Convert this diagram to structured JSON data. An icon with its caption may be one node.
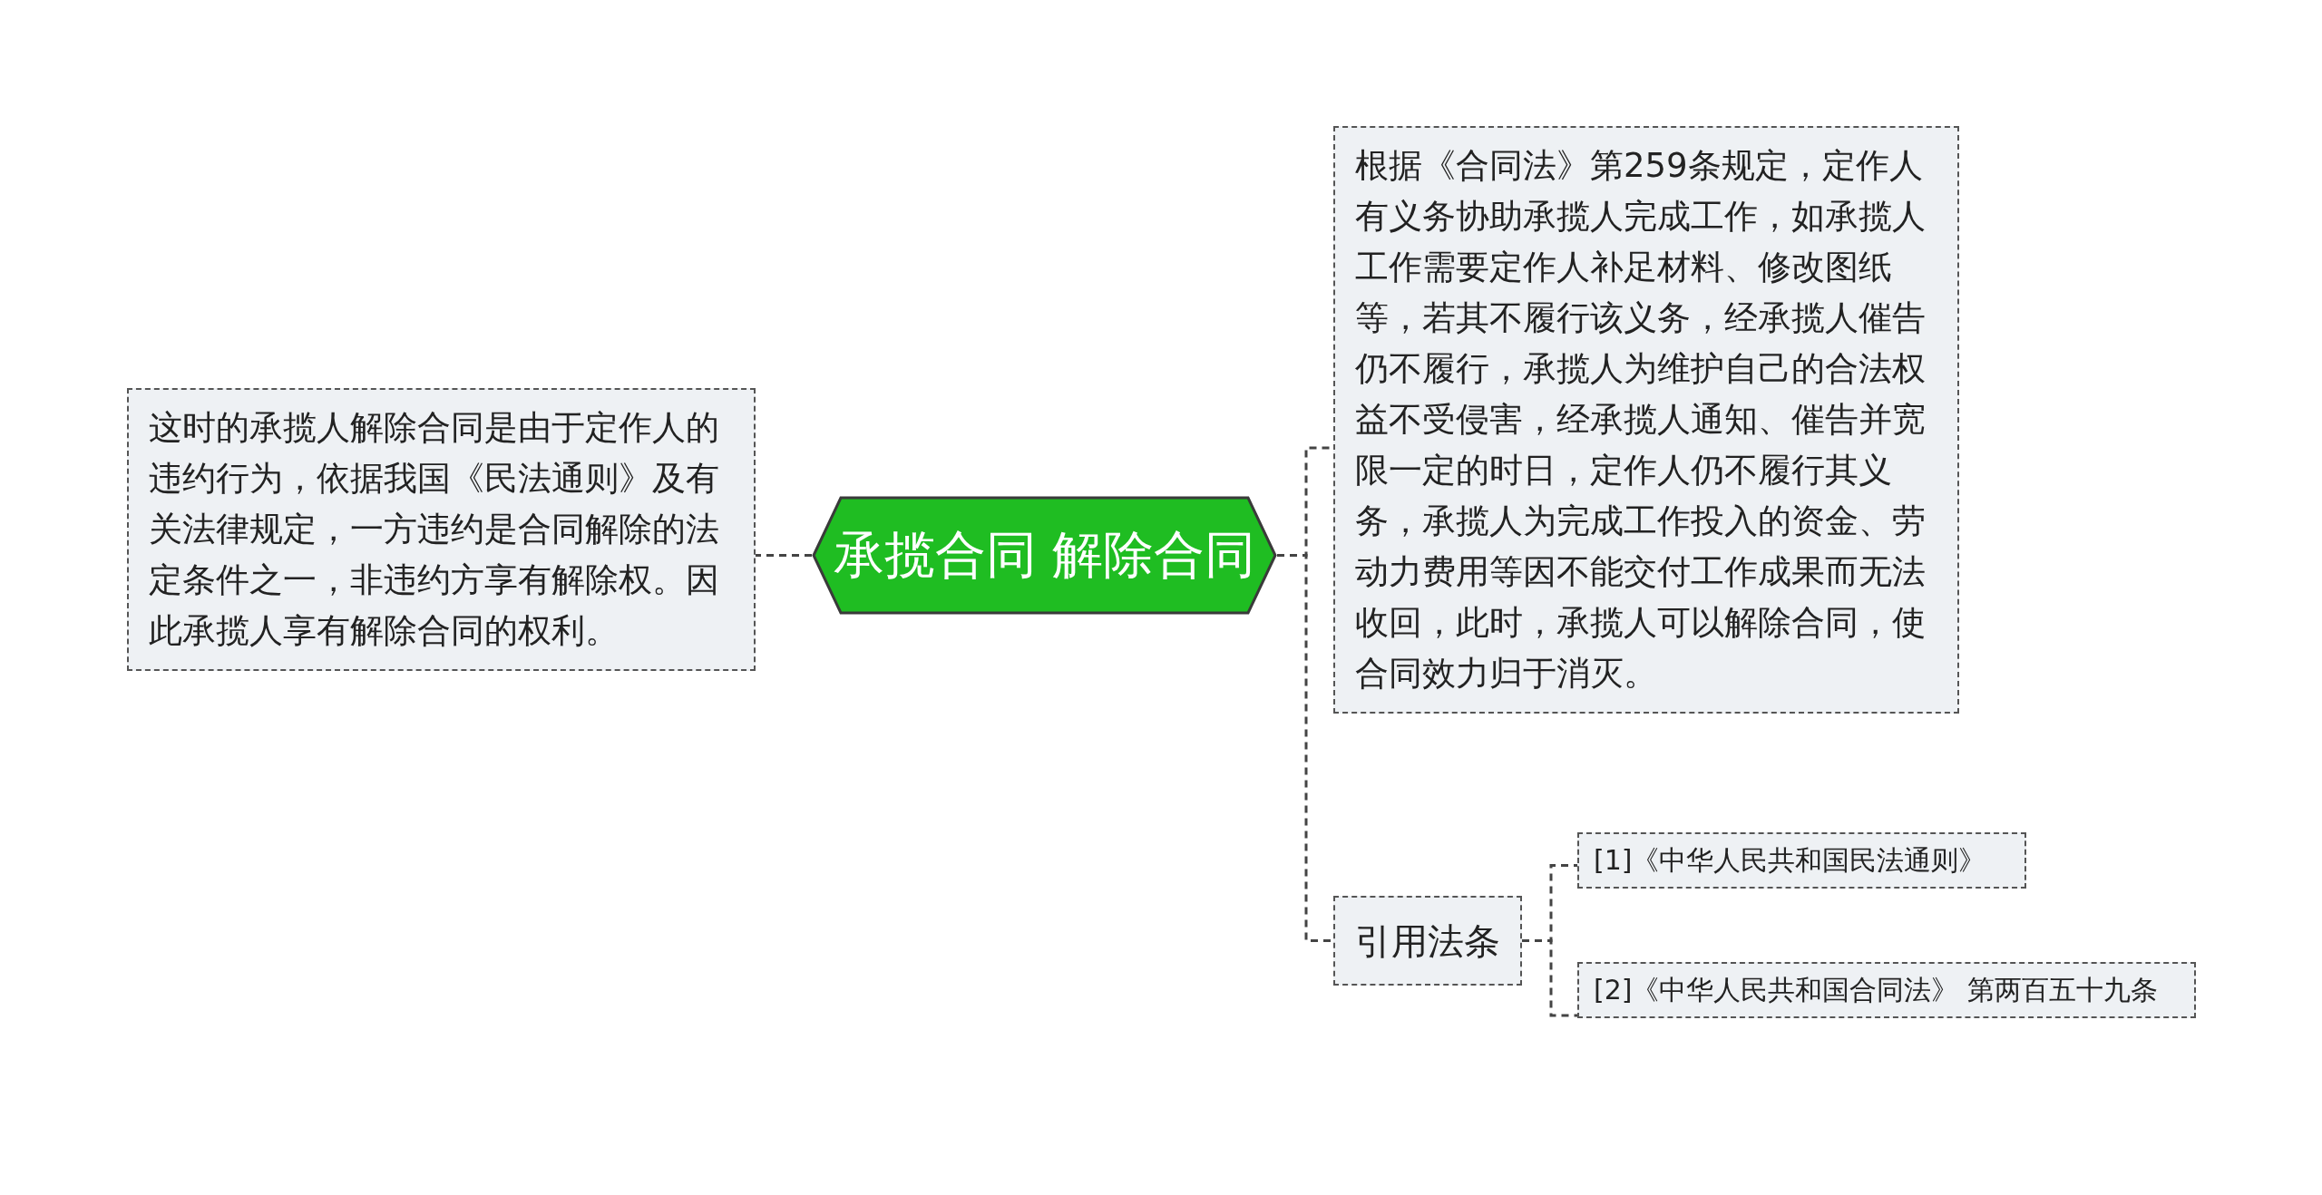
{
  "diagram": {
    "nodes": [
      {
        "text": [
          "承揽合同 解除合同"
        ]
      },
      {
        "text": [
          "这时的承揽人解除合同是由于定作人的违约行为，依据我国《民法通则》及有关法律规定，一方违约是合同解除的法定条件之一，非违约方享有解除权。因此承揽人享有解除合同的权利。"
        ]
      },
      {
        "text": [
          "根据《合同法》第259条规定，定作人有义务协助承揽人完成工作，如承揽人工作需要定作人补足材料、修改图纸等，若其不履行该义务，经承揽人催告仍不履行，承揽人为维护自己的合法权益不受侵害，经承揽人通知、催告并宽限一定的时日，定作人仍不履行其义务，承揽人为完成工作投入的资金、劳动力费用等因不能交付工作成果而无法收回，此时，承揽人可以解除合同，使合同效力归于消灭。"
        ]
      },
      {
        "text": [
          "引用法条"
        ]
      },
      {
        "text": [
          "[1]《中华人民共和国民法通则》"
        ]
      },
      {
        "text": [
          "[2]《中华人民共和国合同法》 第两百五十九条"
        ]
      }
    ],
    "edges": [
      {
        "from": 0,
        "to": 1,
        "arrow": "none"
      },
      {
        "from": 0,
        "to": 2,
        "arrow": "none"
      },
      {
        "from": 0,
        "to": 3,
        "arrow": "none"
      },
      {
        "from": 3,
        "to": 4,
        "arrow": "none"
      },
      {
        "from": 3,
        "to": 5,
        "arrow": "none"
      }
    ]
  }
}
